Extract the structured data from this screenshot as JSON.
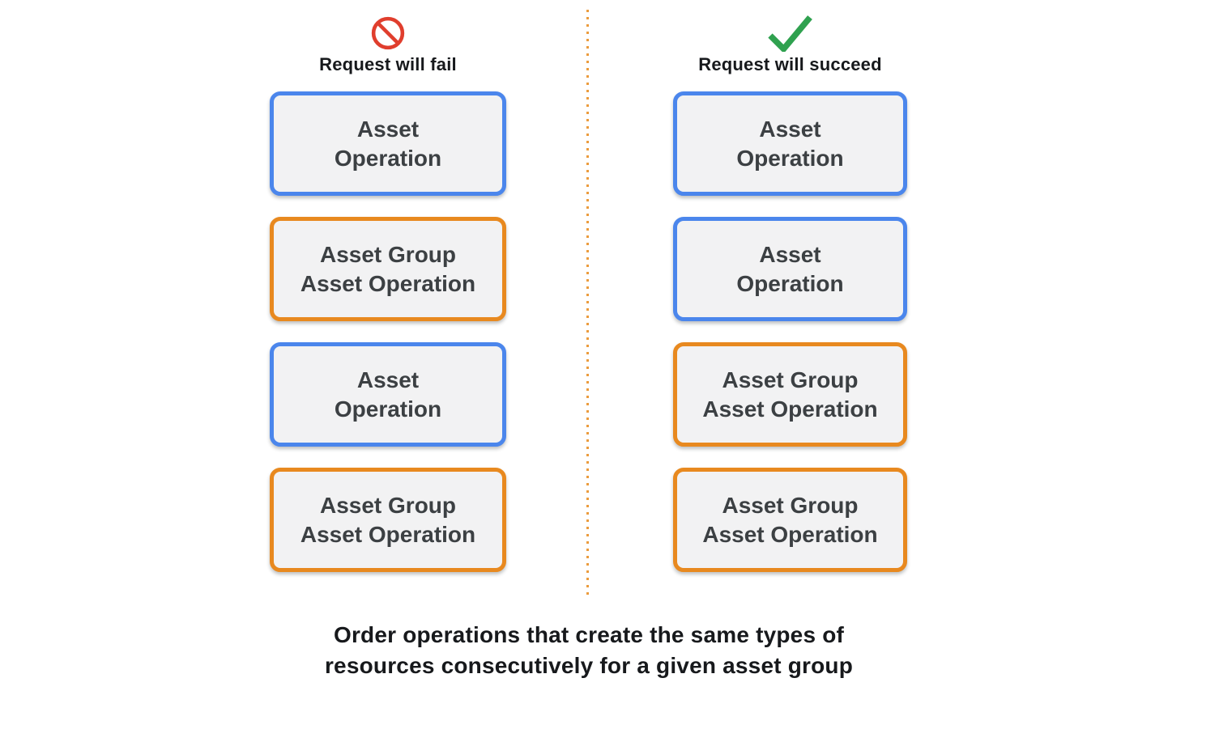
{
  "colors": {
    "blue_border": "#4b86ec",
    "orange_border": "#e8891f",
    "box_fill": "#f2f2f3",
    "box_text": "#3c4043",
    "fail_icon_red": "#e03e2d",
    "success_icon_green": "#2fa14f",
    "divider_orange": "#eb9c3e",
    "heading_text": "#17191c"
  },
  "fail_column": {
    "icon": "prohibition-icon",
    "title": "Request will fail",
    "boxes": [
      {
        "label": "Asset\nOperation",
        "style": "blue"
      },
      {
        "label": "Asset Group\nAsset Operation",
        "style": "orange"
      },
      {
        "label": "Asset\nOperation",
        "style": "blue"
      },
      {
        "label": "Asset Group\nAsset Operation",
        "style": "orange"
      }
    ]
  },
  "succeed_column": {
    "icon": "checkmark-icon",
    "title": "Request will succeed",
    "boxes": [
      {
        "label": "Asset\nOperation",
        "style": "blue"
      },
      {
        "label": "Asset\nOperation",
        "style": "blue"
      },
      {
        "label": "Asset Group\nAsset Operation",
        "style": "orange"
      },
      {
        "label": "Asset Group\nAsset Operation",
        "style": "orange"
      }
    ]
  },
  "caption": "Order operations that create the same types of\nresources consecutively for a given asset group"
}
